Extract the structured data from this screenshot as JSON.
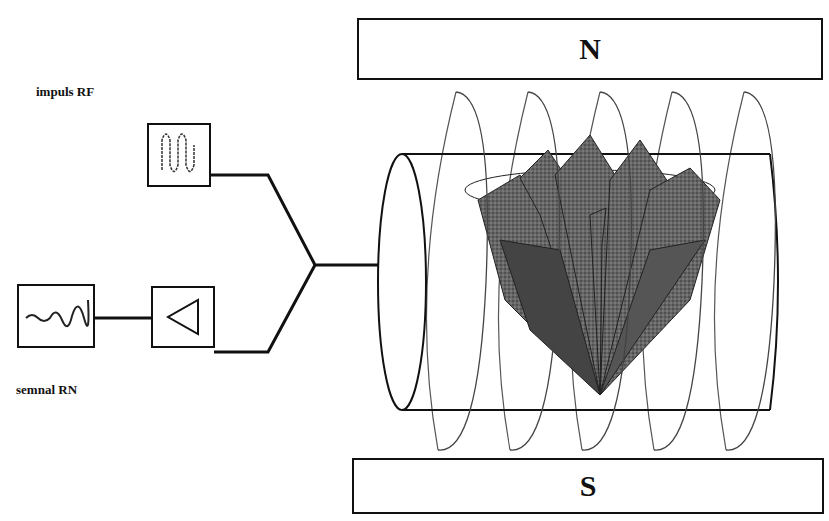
{
  "diagram": {
    "nodes": [
      {
        "text": [
          "N"
        ]
      },
      {
        "text": [
          "S"
        ]
      }
    ],
    "labels": [
      "impuls RF",
      "semnal RN"
    ]
  }
}
